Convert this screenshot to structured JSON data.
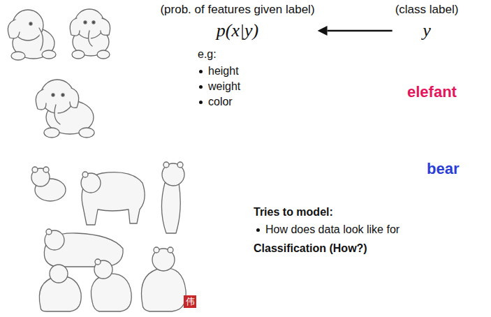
{
  "diagram": {
    "nodes": [
      {
        "text": [
          "(prob. of features given label)",
          "p(x|y)"
        ]
      },
      {
        "text": [
          "(class label)",
          "y"
        ]
      }
    ],
    "edges": [
      {
        "from": 1,
        "to": 0,
        "arrow": "to"
      }
    ],
    "labels": [
      "e.g:",
      "height",
      "weight",
      "color",
      "elefant",
      "bear",
      "Tries to model:",
      "How does data look like for",
      "Classification (How?)",
      "伟"
    ]
  }
}
